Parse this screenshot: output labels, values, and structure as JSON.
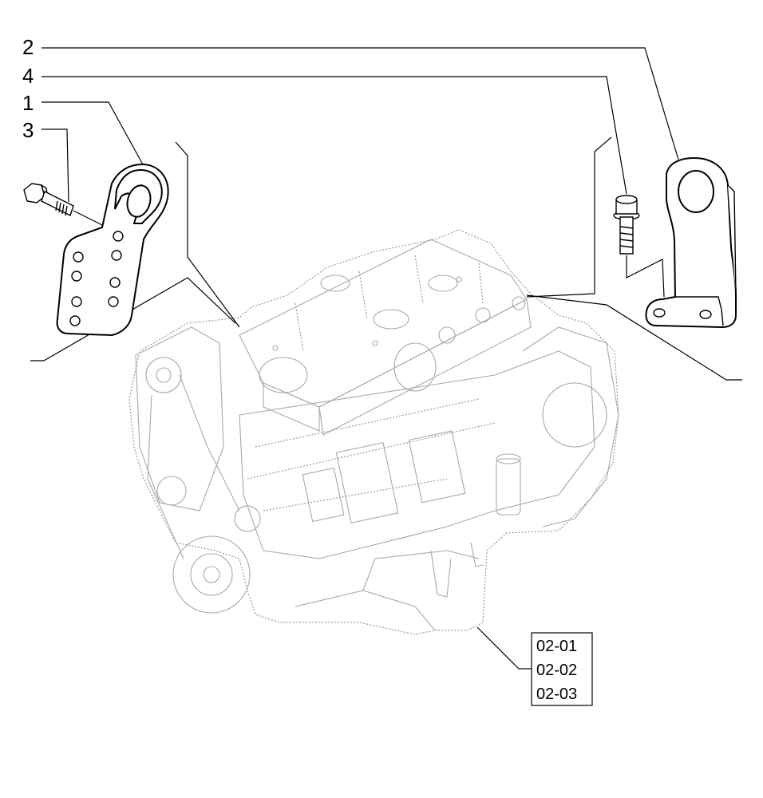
{
  "callouts": {
    "c1": "1",
    "c2": "2",
    "c3": "3",
    "c4": "4"
  },
  "references": [
    "02-01",
    "02-02",
    "02-03"
  ],
  "colors": {
    "line": "#000000",
    "engine_sketch": "#a0a0a0",
    "background": "#ffffff"
  },
  "icons": {
    "part_1": "front-lifting-eye-bracket-icon",
    "part_2": "rear-lifting-eye-bracket-icon",
    "part_3": "hex-bolt-icon",
    "part_4": "flange-bolt-icon",
    "engine": "diesel-engine-assembly-icon"
  }
}
